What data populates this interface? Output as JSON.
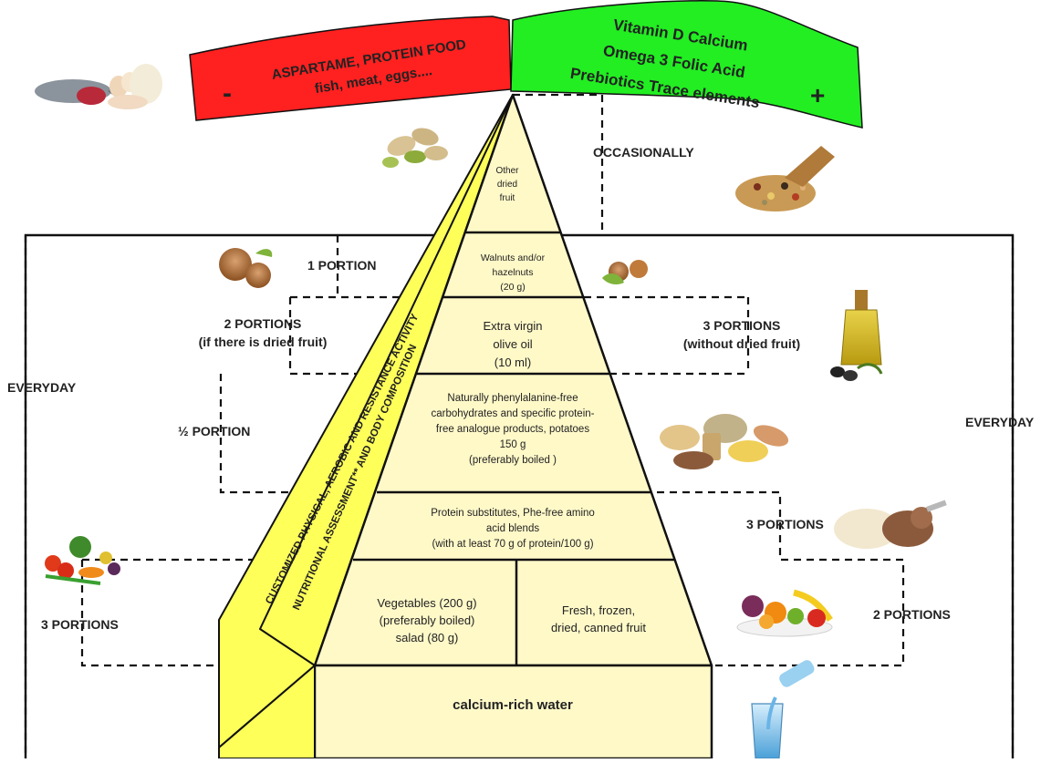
{
  "banners": {
    "left_sign": "-",
    "left_line1": "ASPARTAME, PROTEIN FOOD",
    "left_line2": "fish, meat, eggs....",
    "right_line1": "Vitamin D Calcium",
    "right_line2": "Omega 3 Folic Acid",
    "right_line3": "Prebiotics Trace elements",
    "right_sign": "+",
    "left_color": "#ff2020",
    "right_color": "#22ee22"
  },
  "frequency": {
    "occasionally": "OCCASIONALLY",
    "everyday_left": "EVERYDAY",
    "everyday_right": "EVERYDAY"
  },
  "portions": {
    "walnuts_1": "1 PORTION",
    "two_portions_line1": "2 PORTIONS",
    "two_portions_line2": "(if there is dried fruit)",
    "three_no_dried_line1": "3 PORTIONS",
    "three_no_dried_line2": "(without dried fruit)",
    "half_portion": "½ PORTION",
    "protein_3": "3 PORTIONS",
    "vegetables_3": "3 PORTIONS",
    "fruit_2": "2 PORTIONS"
  },
  "pyramid": {
    "level_dried_fruit": [
      "Other",
      "dried",
      "fruit"
    ],
    "level_walnuts": [
      "Walnuts and/or",
      "hazelnuts",
      "(20 g)"
    ],
    "level_olive_oil": [
      "Extra virgin",
      "olive oil",
      "(10 ml)"
    ],
    "level_carbs": [
      "Naturally phenylalanine-free",
      "carbohydrates and specific protein-",
      "free analogue products, potatoes",
      "150 g",
      "(preferably boiled )"
    ],
    "level_protein": [
      "Protein substitutes, Phe-free amino",
      "acid blends",
      "(with at least 70 g of protein/100 g)"
    ],
    "level_vegetables": [
      "Vegetables (200 g)",
      "(preferably boiled)",
      "salad (80 g)"
    ],
    "level_fruit": [
      "Fresh, frozen,",
      "dried, canned fruit"
    ],
    "base_water": "calcium-rich water",
    "side_outer": "CUSTOMIZED PHYSICAL, AEROBIC AND RESISTANCE ACTIVITY",
    "side_inner": "NUTRITIONAL ASSESSMENT** AND BODY COMPOSITION",
    "front_color": "#fff9c8",
    "side_color": "#ffff5a"
  },
  "images": {
    "protein_food": "fish-meat-eggs-image",
    "pistachios": "pistachio-image",
    "legumes": "legumes-scoop-image",
    "walnut": "walnut-image",
    "hazelnut": "hazelnut-image",
    "olive_oil": "olive-oil-bottle-image",
    "grains": "grains-and-pasta-image",
    "protein_powder": "protein-powder-image",
    "vegetables": "vegetables-image",
    "fruit": "fruit-bowl-image",
    "water": "water-glass-image"
  }
}
